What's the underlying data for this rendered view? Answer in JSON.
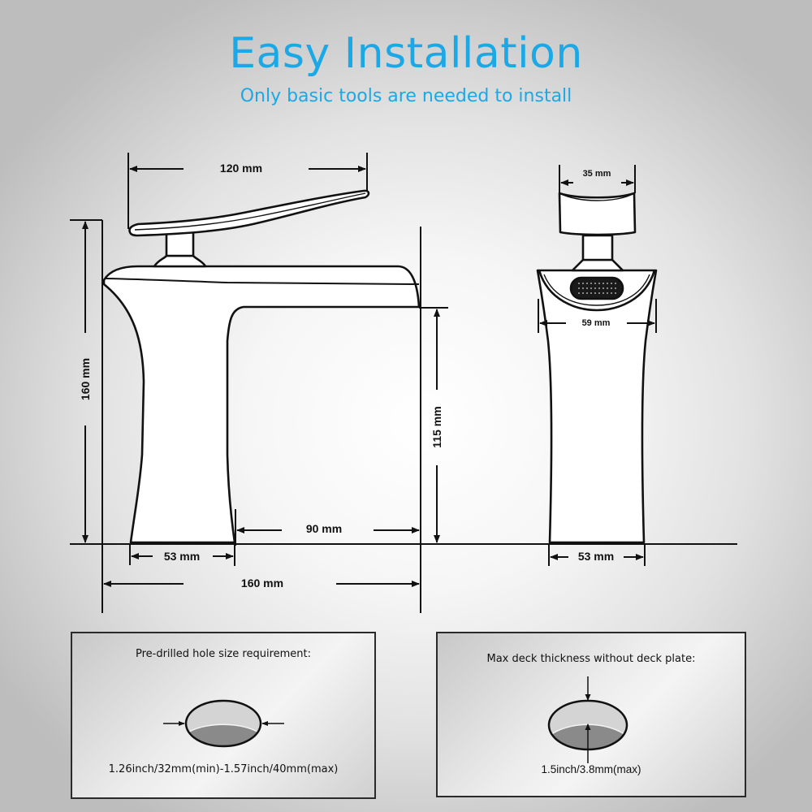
{
  "header": {
    "title": "Easy Installation",
    "subtitle": "Only basic tools are needed to install",
    "accent_color": "#1aa9e6"
  },
  "side_view": {
    "handle_length": "120 mm",
    "total_height": "160 mm",
    "spout_height": "115 mm",
    "spout_reach": "90 mm",
    "base_width": "53 mm",
    "total_depth": "160 mm"
  },
  "front_view": {
    "handle_width": "35 mm",
    "spout_width": "59 mm",
    "base_width": "53 mm",
    "icons": [
      "aerator-icon"
    ]
  },
  "info_boxes": [
    {
      "title": "Pre-drilled hole size requirement:",
      "caption": "1.26inch/32mm(min)-1.57inch/40mm(max)",
      "icon": "drilled-hole-icon"
    },
    {
      "title": "Max deck thickness without deck plate:",
      "caption": "1.5inch/3.8mm(max)",
      "icon": "deck-thickness-icon"
    }
  ]
}
